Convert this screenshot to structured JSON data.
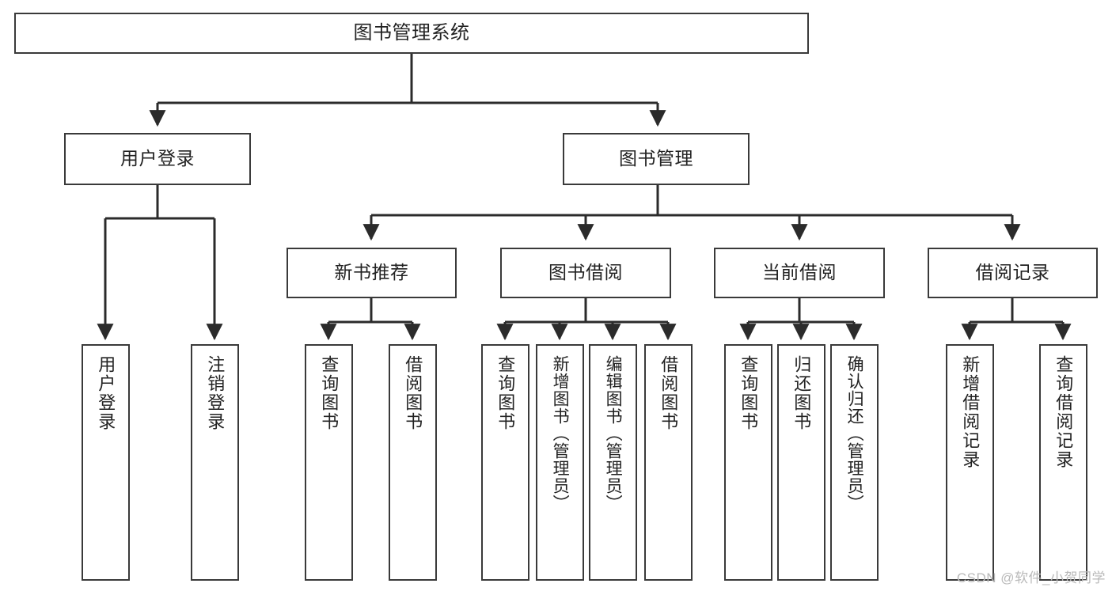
{
  "diagram": {
    "title": "图书管理系统",
    "type": "hierarchy-tree",
    "watermark": "CSDN @软件_小贺同学",
    "colors": {
      "box_border": "#3a3a3a",
      "box_fill": "#ffffff",
      "connector": "#2b2b2b",
      "text": "#222222",
      "watermark": "#b9b9b9"
    },
    "nodes": {
      "root": {
        "label": "图书管理系统"
      },
      "level2": [
        {
          "id": "user-login",
          "label": "用户登录"
        },
        {
          "id": "book-manage",
          "label": "图书管理"
        }
      ],
      "level3": [
        {
          "id": "new-book-recommend",
          "label": "新书推荐"
        },
        {
          "id": "book-borrow",
          "label": "图书借阅"
        },
        {
          "id": "current-borrow",
          "label": "当前借阅"
        },
        {
          "id": "borrow-record",
          "label": "借阅记录"
        }
      ],
      "leaves": {
        "user-login": [
          {
            "id": "leaf-user-login",
            "label": "用户登录"
          },
          {
            "id": "leaf-logout-login",
            "label": "注销登录"
          }
        ],
        "new-book-recommend": [
          {
            "id": "leaf-query-book-1",
            "label": "查询图书"
          },
          {
            "id": "leaf-borrow-book-1",
            "label": "借阅图书"
          }
        ],
        "book-borrow": [
          {
            "id": "leaf-query-book-2",
            "label": "查询图书"
          },
          {
            "id": "leaf-add-book-admin",
            "label": "新增图书（管理员）"
          },
          {
            "id": "leaf-edit-book-admin",
            "label": "编辑图书（管理员）"
          },
          {
            "id": "leaf-borrow-book-2",
            "label": "借阅图书"
          }
        ],
        "current-borrow": [
          {
            "id": "leaf-query-book-3",
            "label": "查询图书"
          },
          {
            "id": "leaf-return-book",
            "label": "归还图书"
          },
          {
            "id": "leaf-confirm-return-admin",
            "label": "确认归还（管理员）"
          }
        ],
        "borrow-record": [
          {
            "id": "leaf-add-borrow-record",
            "label": "新增借阅记录"
          },
          {
            "id": "leaf-query-borrow-record",
            "label": "查询借阅记录"
          }
        ]
      }
    }
  }
}
